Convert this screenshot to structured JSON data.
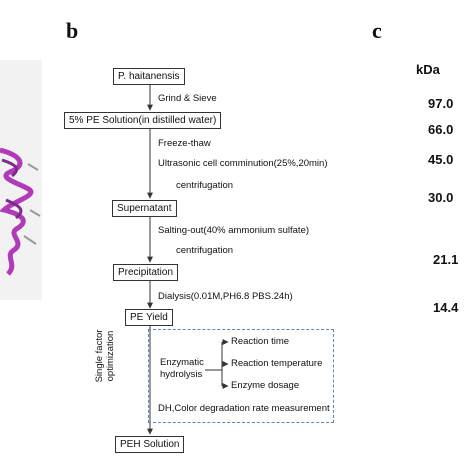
{
  "panels": {
    "b": "b",
    "c": "c"
  },
  "flowchart": {
    "source": "P. haitanensis",
    "step_grind": "Grind & Sieve",
    "solution": "5% PE Solution(in distilled water)",
    "step_freeze": "Freeze-thaw",
    "step_ultrasonic": "Ultrasonic cell comminution(25%,20min)",
    "step_centrifuge1": "centrifugation",
    "supernatant": "Supernatant",
    "step_salting": "Salting-out(40% ammonium sulfate)",
    "step_centrifuge2": "centrifugation",
    "precipitation": "Precipitation",
    "step_dialysis": "Dialysis(0.01M,PH6.8 PBS.24h)",
    "pe_yield": "PE Yield",
    "optimization_label_line1": "Single factor",
    "optimization_label_line2": "optimization",
    "enzymatic_line1": "Enzymatic",
    "enzymatic_line2": "hydrolysis",
    "factor_time": "Reaction time",
    "factor_temp": "Reaction temperature",
    "factor_dosage": "Enzyme dosage",
    "measurement": "DH,Color degradation rate measurement",
    "final": "PEH Solution"
  },
  "markers": {
    "unit": "kDa",
    "values": [
      "97.0",
      "66.0",
      "45.0",
      "30.0",
      "21.1",
      "14.4"
    ]
  },
  "colors": {
    "dashed_border": "#5a86c8",
    "protein": "#b03ab8"
  }
}
